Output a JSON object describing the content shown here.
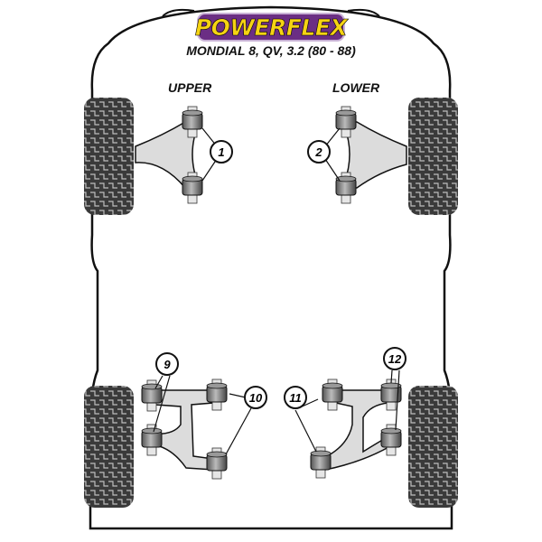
{
  "brand": "POWERFLEX",
  "subtitle": "MONDIAL 8, QV, 3.2 (80 - 88)",
  "sections": {
    "upper": "UPPER",
    "lower": "LOWER"
  },
  "part_numbers": {
    "p1": "1",
    "p2": "2",
    "p9": "9",
    "p10": "10",
    "p11": "11",
    "p12": "12"
  },
  "colors": {
    "logo_bg": "#6b2e84",
    "logo_text": "#f5d313",
    "tire": "#3a3a3a",
    "arm": "#dcdcdc"
  }
}
